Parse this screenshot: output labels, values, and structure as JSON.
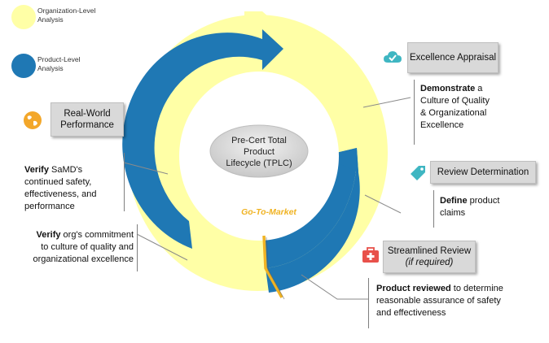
{
  "legend": {
    "items": [
      {
        "label_line1": "Organization-Level",
        "label_line2": "Analysis",
        "color": "#FFFFA6"
      },
      {
        "label_line1": "Product-Level",
        "label_line2": "Analysis",
        "color": "#1F78B4"
      }
    ]
  },
  "center": {
    "line1": "Pre-Cert Total",
    "line2": "Product",
    "line3": "Lifecycle (TPLC)"
  },
  "go_to_market": "Go-To-Market",
  "boxes": {
    "excellence": "Excellence Appraisal",
    "review_determination": "Review Determination",
    "streamlined_line1": "Streamlined Review",
    "streamlined_line2": "(if required)",
    "real_world_line1": "Real-World",
    "real_world_line2": "Performance"
  },
  "notes": {
    "demonstrate": {
      "bold": "Demonstrate",
      "rest1": " a",
      "line2": "Culture of Quality",
      "line3": "& Organizational",
      "line4": "Excellence"
    },
    "define": {
      "bold": "Define",
      "rest1": " product",
      "line2": "claims"
    },
    "product_reviewed": {
      "bold": "Product reviewed",
      "rest1": " to determine",
      "line2": "reasonable assurance of safety",
      "line3": "and effectiveness"
    },
    "verify_samd": {
      "bold": "Verify",
      "rest1": " SaMD's",
      "line2": "continued safety,",
      "line3": "effectiveness, and",
      "line4": "performance"
    },
    "verify_org": {
      "bold": "Verify",
      "rest1": " org's commitment",
      "line2": "to culture of quality and",
      "line3": "organizational excellence"
    }
  },
  "icons": {
    "excellence": "cloud-check-icon",
    "review_determination": "tag-icon",
    "streamlined": "medical-kit-icon",
    "real_world": "globe-icon"
  },
  "colors": {
    "organization": "#FFFFA6",
    "product": "#1F78B4",
    "market_line": "#F0B323",
    "accent_teal": "#3FB6C2",
    "accent_red": "#E8514A",
    "accent_orange": "#F3A72A"
  }
}
